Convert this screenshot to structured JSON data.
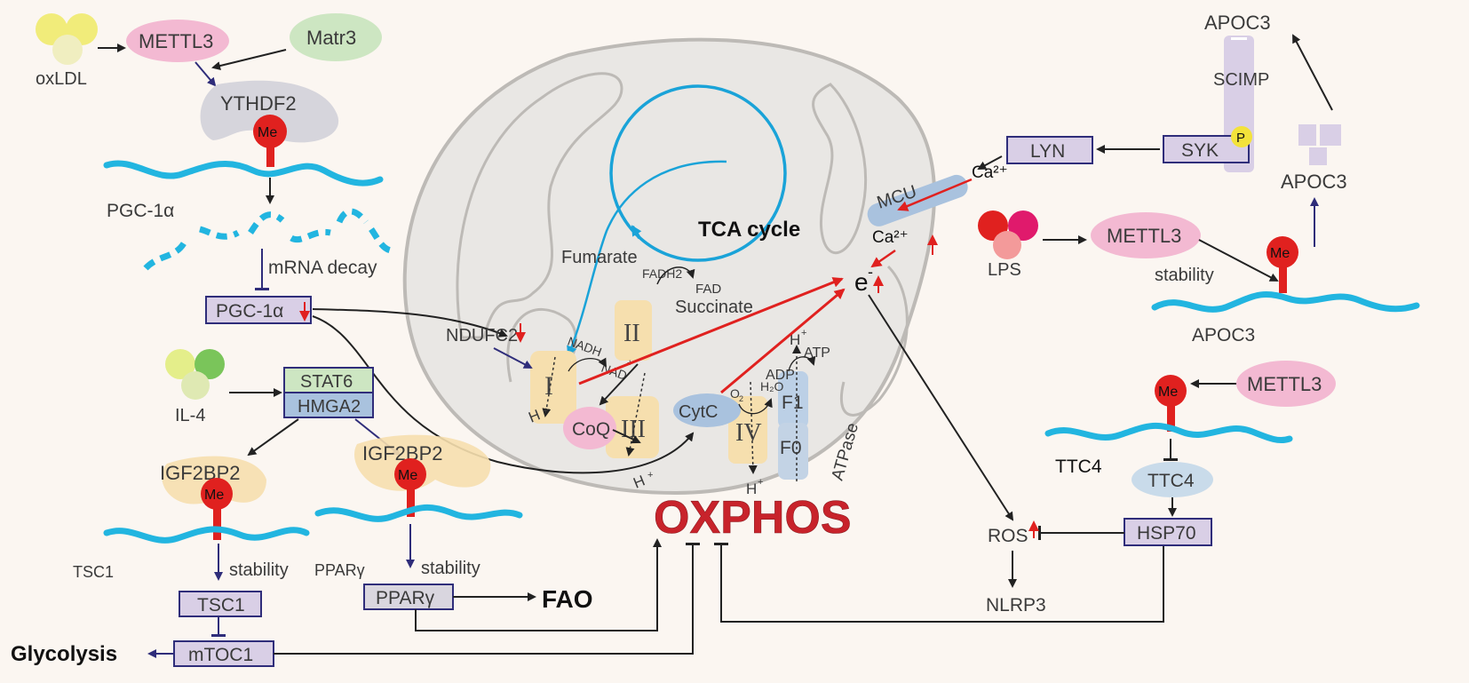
{
  "colors": {
    "background": "#fbf6f1",
    "mrna_strand": "#22b5e0",
    "methyl_mark": "#e0211f",
    "activation_arrow": "#e0211f",
    "inhibition_line": "#2f2d7a",
    "oxphos_text": "#c8232b",
    "mito_fill": "#e9e7e4",
    "mito_outline": "#bdbab6",
    "pink_protein": "#f3b9d2",
    "green_protein": "#cde6c2",
    "lavender_box": "#d9cfe6",
    "yellow_complex": "#f6dfae"
  },
  "top_left": {
    "oxldl": "oxLDL",
    "mettl3": "METTL3",
    "matr3": "Matr3",
    "ythdf2": "YTHDF2",
    "me": "Me",
    "pgc1a_mrna": "PGC-1α",
    "mrna_decay": "mRNA decay",
    "pgc1a_protein": "PGC-1α",
    "ndufc2": "NDUFC2"
  },
  "bottom_left": {
    "il4": "IL-4",
    "stat6": "STAT6",
    "hmga2": "HMGA2",
    "igf2bp2_a": "IGF2BP2",
    "igf2bp2_b": "IGF2BP2",
    "me_a": "Me",
    "me_b": "Me",
    "tsc1_mrna": "TSC1",
    "pparg_mrna": "PPARγ",
    "stability_a": "stability",
    "stability_b": "stability",
    "tsc1_protein": "TSC1",
    "pparg_protein": "PPARγ",
    "fao": "FAO",
    "mtoc1": "mTOC1",
    "glycolysis": "Glycolysis"
  },
  "mito": {
    "tca": "TCA cycle",
    "fumarate": "Fumarate",
    "succinate": "Succinate",
    "fadh2": "FADH2",
    "fad": "FAD",
    "nadh": "NADH",
    "nad": "NAD",
    "coq": "CoQ",
    "cytc": "CytC",
    "o2": "O",
    "h2o": "H₂O",
    "adp": "ADP",
    "atp": "ATP",
    "f1": "F1",
    "f0": "F0",
    "atpase": "ATPase",
    "complex_1": "I",
    "complex_2": "II",
    "complex_3": "III",
    "complex_4": "IV",
    "h_plus": "H",
    "electron": "e",
    "mcu": "MCU",
    "ca_out": "Ca²⁺",
    "ca_in": "Ca²⁺",
    "oxphos": "OXPHOS"
  },
  "right": {
    "apoc3_top": "APOC3",
    "scimp": "SCIMP",
    "syk": "SYK",
    "p": "P",
    "lyn": "LYN",
    "apoc3_mid": "APOC3",
    "lps": "LPS",
    "mettl3_a": "METTL3",
    "me_a": "Me",
    "stability": "stability",
    "apoc3_mrna": "APOC3",
    "mettl3_b": "METTL3",
    "me_b": "Me",
    "ttc4_mrna": "TTC4",
    "ttc4_protein": "TTC4",
    "hsp70": "HSP70",
    "ros": "ROS",
    "nlrp3": "NLRP3"
  }
}
